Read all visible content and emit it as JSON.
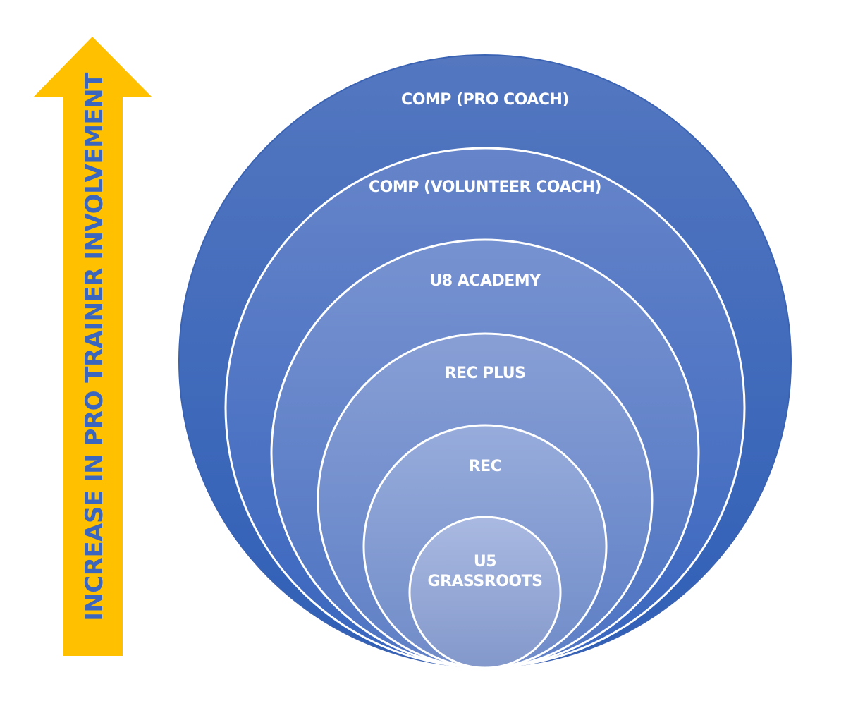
{
  "arrow": {
    "label": "INCREASE IN PRO TRAINER INVOLVEMENT",
    "color": "#ffc000",
    "label_color": "#3a66bf"
  },
  "circles": [
    {
      "label_lines": [
        "COMP (PRO COACH)"
      ],
      "color_top": "#5477c0",
      "color_bottom": "#2f5fb6"
    },
    {
      "label_lines": [
        "COMP (VOLUNTEER COACH)"
      ],
      "color_top": "#6684c9",
      "color_bottom": "#3966bf"
    },
    {
      "label_lines": [
        "U8 ACADEMY"
      ],
      "color_top": "#7792d0",
      "color_bottom": "#4d73c2"
    },
    {
      "label_lines": [
        "REC PLUS"
      ],
      "color_top": "#889fd5",
      "color_bottom": "#5e7fc6"
    },
    {
      "label_lines": [
        "REC"
      ],
      "color_top": "#97acdb",
      "color_bottom": "#6f8bc8"
    },
    {
      "label_lines": [
        "U5",
        "GRASSROOTS"
      ],
      "color_top": "#a9b9e1",
      "color_bottom": "#8398cb"
    }
  ]
}
